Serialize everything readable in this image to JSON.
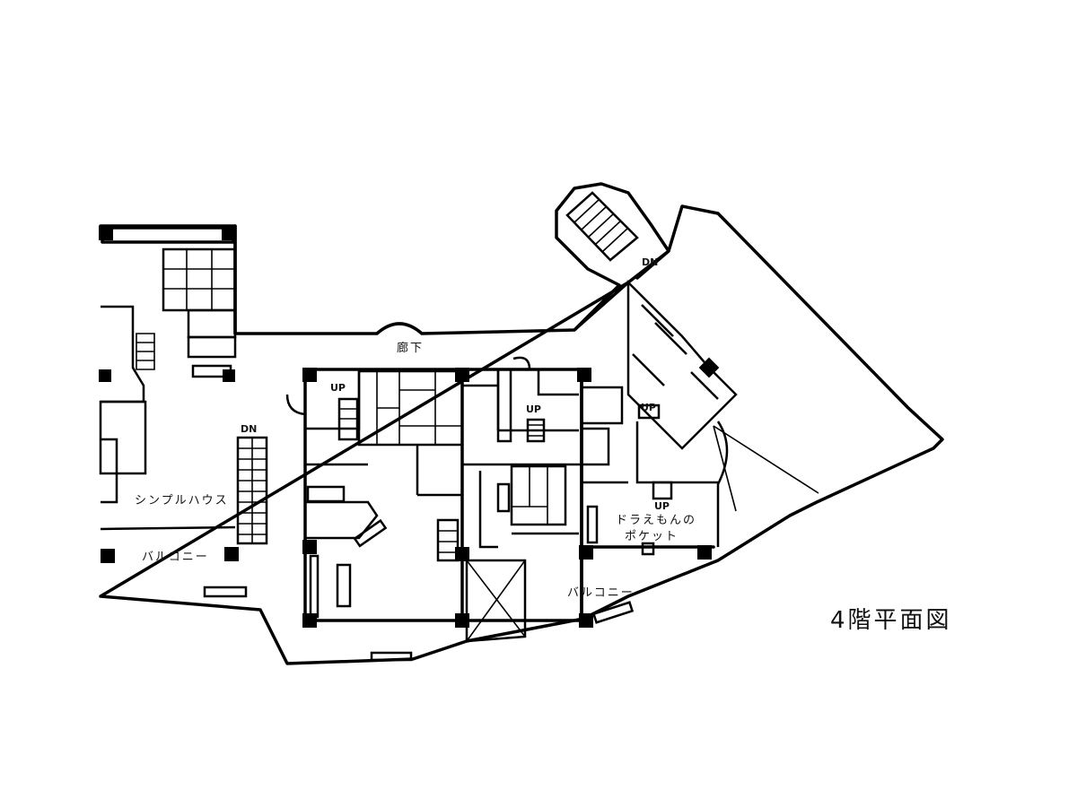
{
  "plan": {
    "title": "4階平面図",
    "corridor": "廊下",
    "simple_house": "シンプルハウス",
    "balcony_left": "バルコニー",
    "balcony_right": "バルコニー",
    "pocket_line1": "ドラえもんの",
    "pocket_line2": "ポケット",
    "dn_left": "DN",
    "dn_top": "DN",
    "up_labels": [
      "UP",
      "UP",
      "UP",
      "UP"
    ]
  }
}
